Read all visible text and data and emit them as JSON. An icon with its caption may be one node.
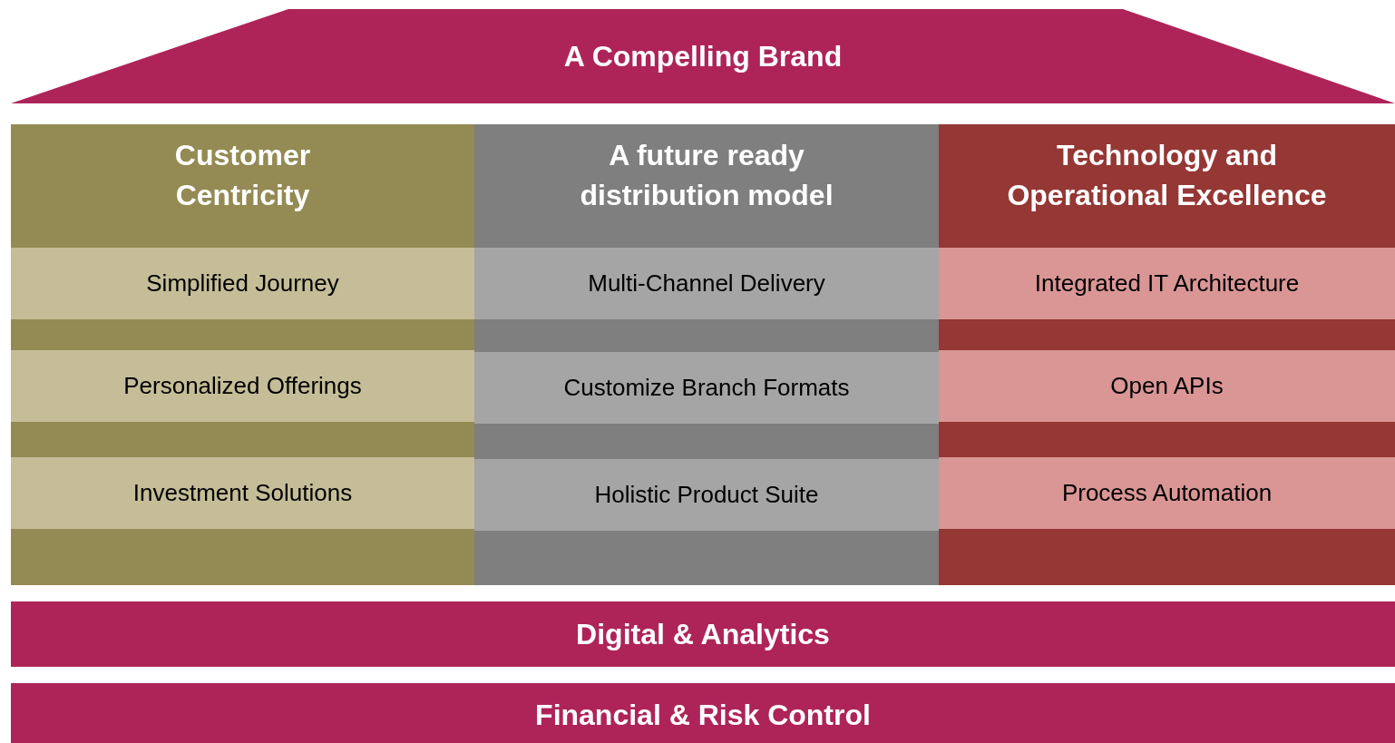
{
  "diagram": {
    "nodes": [
      {
        "text": [
          "A Compelling Brand"
        ]
      },
      {
        "text": [
          "Customer Centricity"
        ]
      },
      {
        "text": [
          "Simplified Journey"
        ],
        "in": 1
      },
      {
        "text": [
          "Personalized Offerings"
        ],
        "in": 1
      },
      {
        "text": [
          "Investment Solutions"
        ],
        "in": 1
      },
      {
        "text": [
          "A future ready distribution model"
        ]
      },
      {
        "text": [
          "Multi-Channel Delivery"
        ],
        "in": 5
      },
      {
        "text": [
          "Customize Branch Formats"
        ],
        "in": 5
      },
      {
        "text": [
          "Holistic Product Suite"
        ],
        "in": 5
      },
      {
        "text": [
          "Technology and Operational Excellence"
        ]
      },
      {
        "text": [
          "Integrated IT Architecture"
        ],
        "in": 9
      },
      {
        "text": [
          "Open APIs"
        ],
        "in": 9
      },
      {
        "text": [
          "Process Automation"
        ],
        "in": 9
      },
      {
        "text": [
          "Digital & Analytics"
        ]
      },
      {
        "text": [
          "Financial & Risk Control"
        ]
      }
    ],
    "edges": []
  }
}
